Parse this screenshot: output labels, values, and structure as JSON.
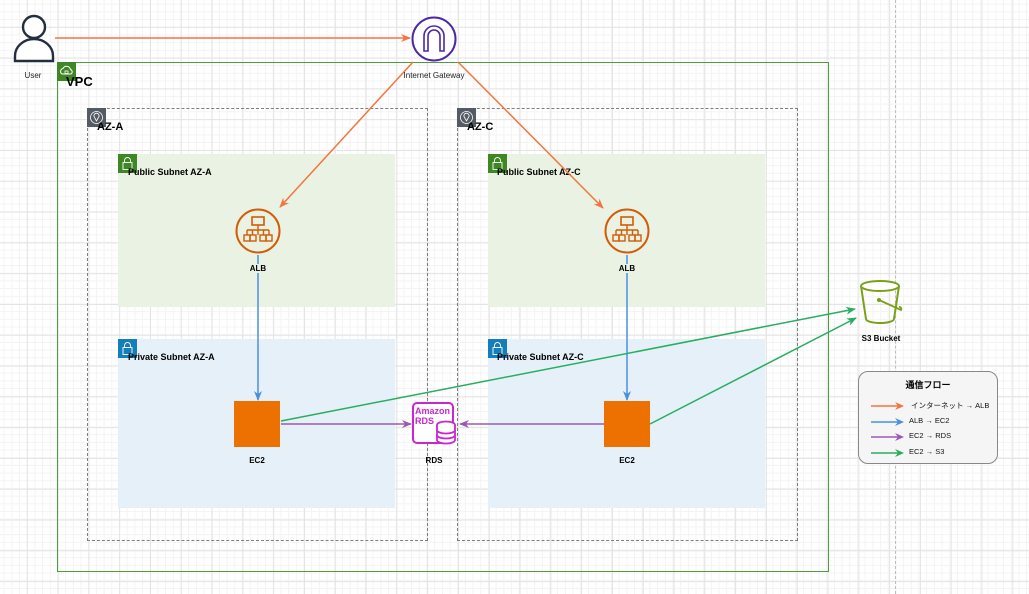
{
  "diagram": {
    "user": {
      "label": "User"
    },
    "internet_gateway": {
      "label": "Internet Gateway"
    },
    "vpc": {
      "label": "VPC"
    },
    "availability_zones": [
      {
        "label": "AZ-A",
        "public_subnet": {
          "label": "Public Subnet AZ-A",
          "alb_label": "ALB"
        },
        "private_subnet": {
          "label": "Private Subnet AZ-A",
          "ec2_label": "EC2"
        }
      },
      {
        "label": "AZ-C",
        "public_subnet": {
          "label": "Public Subnet AZ-C",
          "alb_label": "ALB"
        },
        "private_subnet": {
          "label": "Private Subnet AZ-C",
          "ec2_label": "EC2"
        }
      }
    ],
    "rds": {
      "label": "RDS",
      "icon_text_1": "Amazon",
      "icon_text_2": "RDS"
    },
    "s3": {
      "label": "S3 Bucket"
    },
    "legend": {
      "title": "通信フロー",
      "items": [
        {
          "label": "インターネット → ALB",
          "color": "#f4743f"
        },
        {
          "label": "ALB → EC2",
          "color": "#4a90e2"
        },
        {
          "label": "EC2 → RDS",
          "color": "#9b59b6"
        },
        {
          "label": "EC2 → S3",
          "color": "#27ae60"
        }
      ]
    },
    "colors": {
      "internet_flow": "#f4743f",
      "alb_ec2_flow": "#4a90e2",
      "ec2_rds_flow": "#9b59b6",
      "ec2_s3_flow": "#27ae60",
      "vpc_border": "#4f9d3a",
      "ec2": "#ed7100",
      "alb": "#d45b07",
      "igw": "#4d27aa",
      "rds": "#c925d1",
      "s3": "#7aa116"
    }
  }
}
